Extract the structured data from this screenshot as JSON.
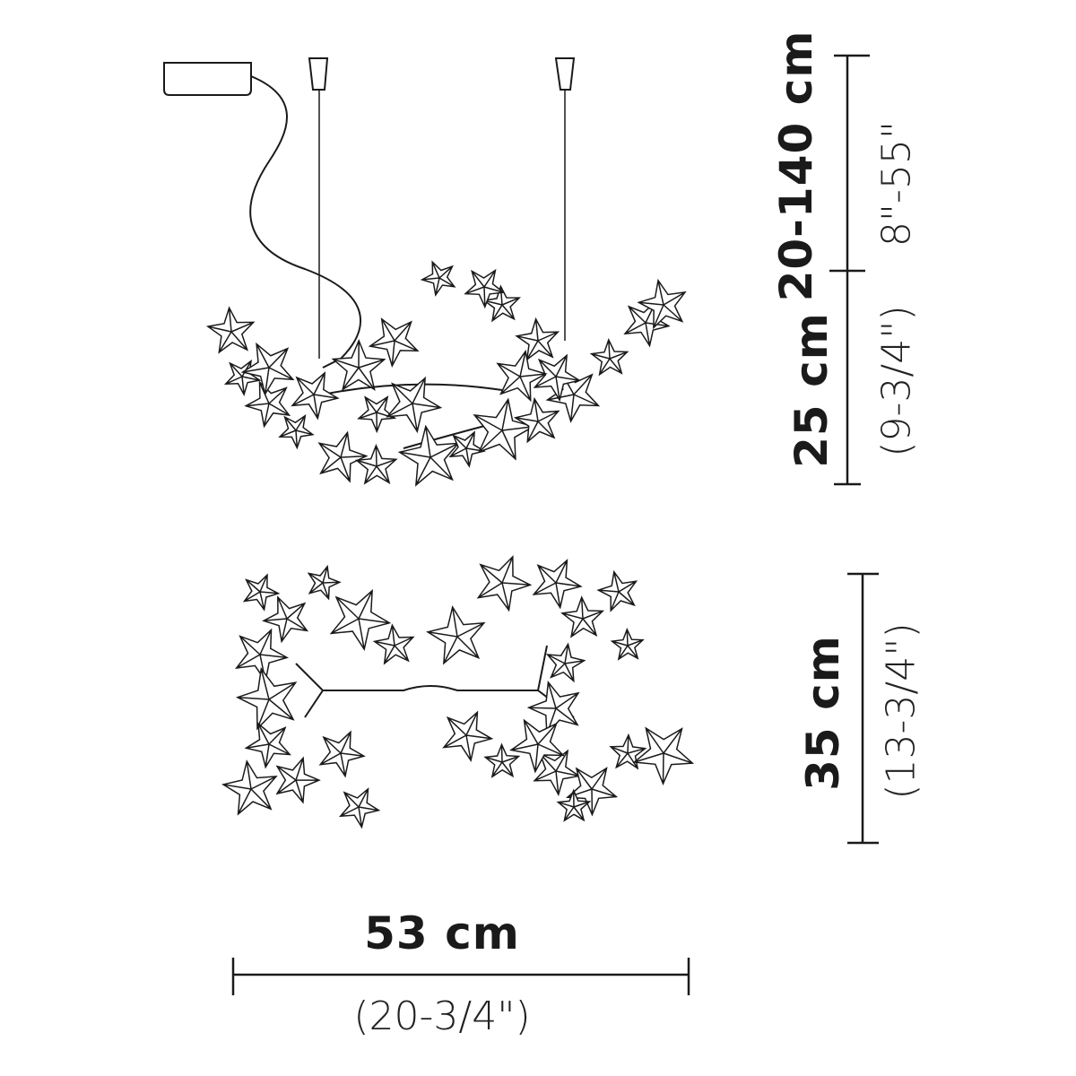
{
  "dimensions": {
    "suspension_cm": "20-140 cm",
    "suspension_in": "8\"-55\"",
    "height_cm": "25 cm",
    "height_in": "(9-3/4\")",
    "depth_cm": "35 cm",
    "depth_in": "(13-3/4\")",
    "width_cm": "53  cm",
    "width_in": "(20-3/4\")"
  },
  "colors": {
    "line": "#1a1a1a",
    "background": "#ffffff"
  }
}
